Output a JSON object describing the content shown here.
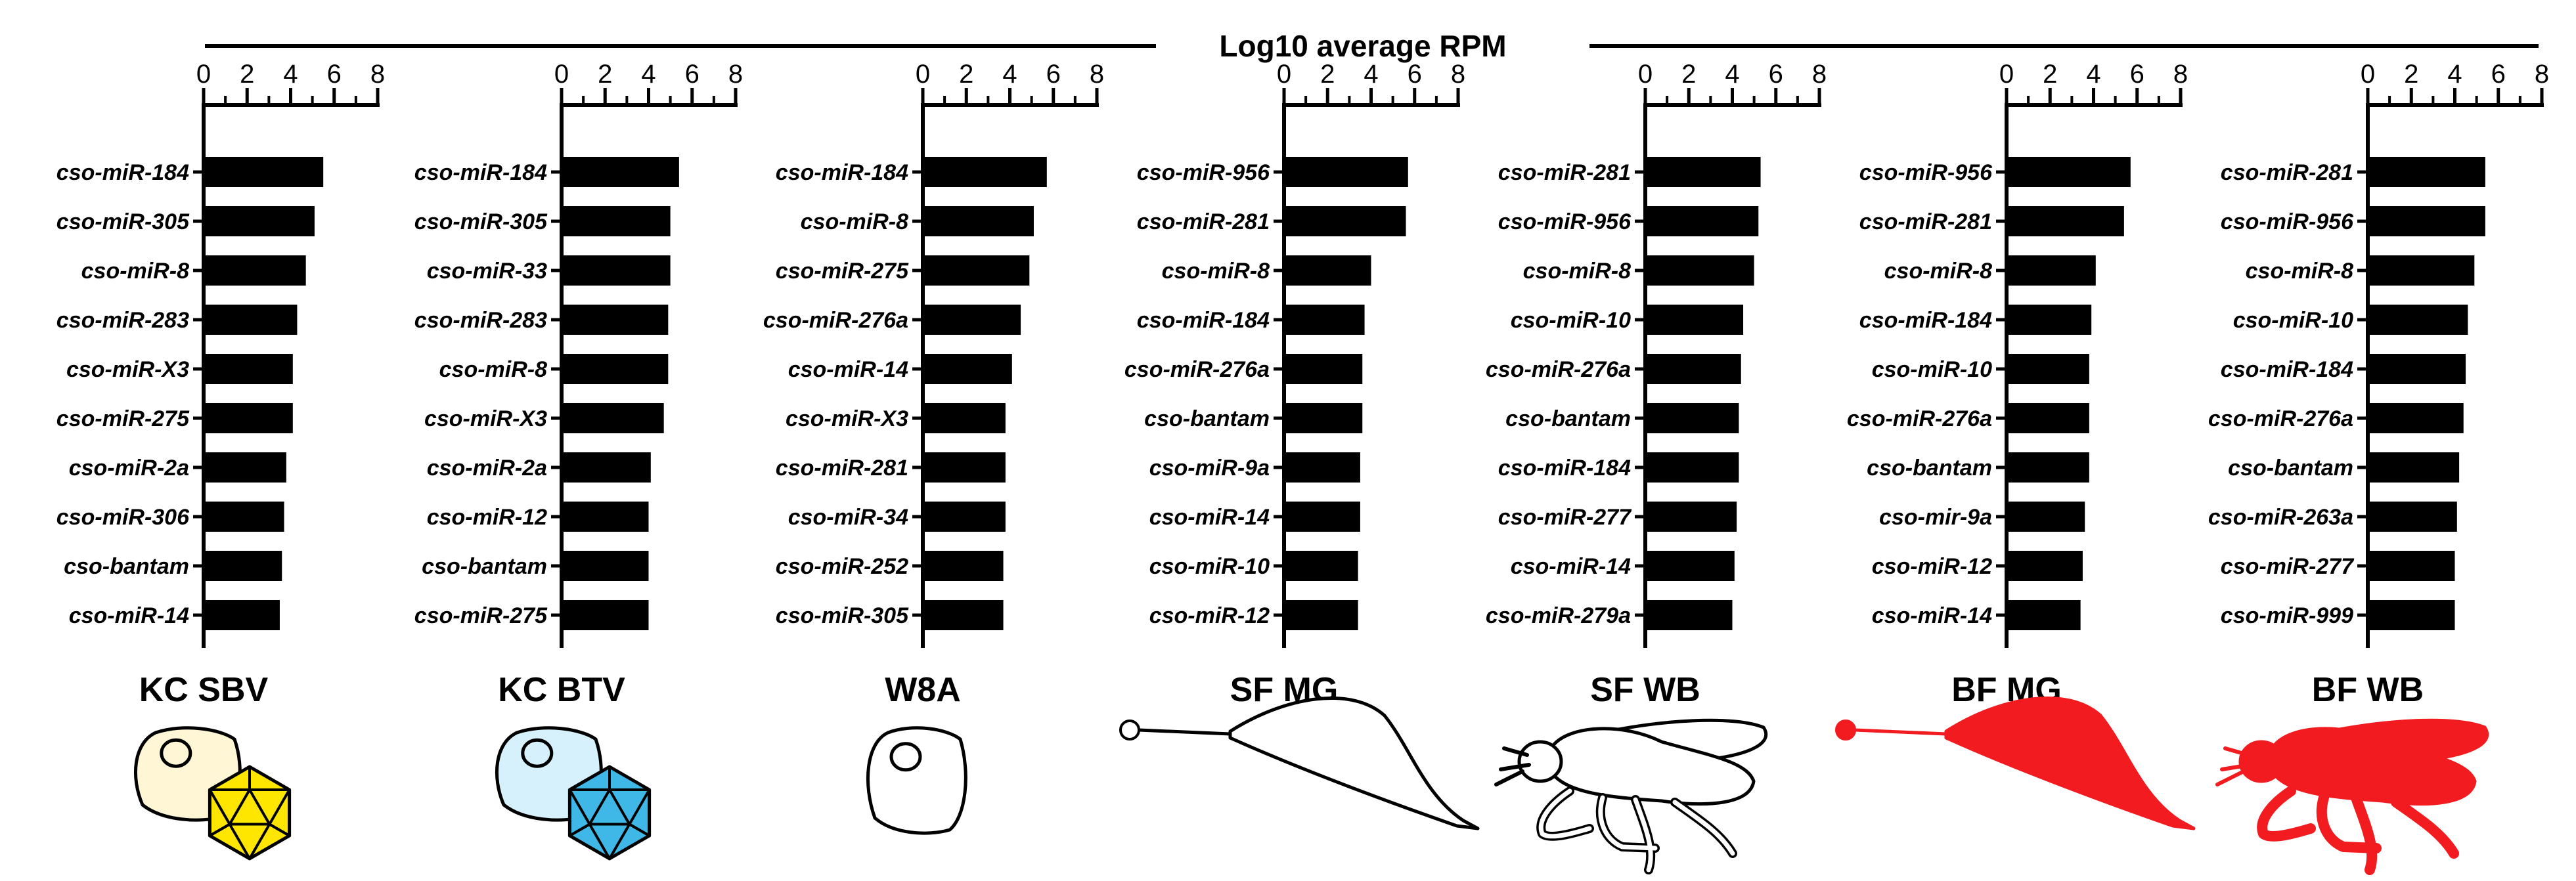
{
  "header": {
    "title": "Log10 average RPM"
  },
  "colors": {
    "bar": "#000000",
    "cell_pale_yellow": "#fff6d6",
    "cell_pale_blue": "#d6f1fb",
    "virus_yellow": "#ffe600",
    "virus_blue": "#3fb8e8",
    "fly_red": "#f21b20"
  },
  "icons": [
    "cell-virus-yellow-icon",
    "cell-virus-blue-icon",
    "cell-icon",
    "midgut-outline-icon",
    "fly-outline-icon",
    "midgut-red-icon",
    "fly-red-icon"
  ],
  "chart_data": [
    {
      "type": "bar",
      "orientation": "horizontal",
      "title": "KC SBV",
      "xlim": [
        0,
        8
      ],
      "xticks": [
        0,
        2,
        4,
        6,
        8
      ],
      "categories": [
        "cso-miR-184",
        "cso-miR-305",
        "cso-miR-8",
        "cso-miR-283",
        "cso-miR-X3",
        "cso-miR-275",
        "cso-miR-2a",
        "cso-miR-306",
        "cso-bantam",
        "cso-miR-14"
      ],
      "values": [
        5.5,
        5.1,
        4.7,
        4.3,
        4.1,
        4.1,
        3.8,
        3.7,
        3.6,
        3.5
      ]
    },
    {
      "type": "bar",
      "orientation": "horizontal",
      "title": "KC BTV",
      "xlim": [
        0,
        8
      ],
      "xticks": [
        0,
        2,
        4,
        6,
        8
      ],
      "categories": [
        "cso-miR-184",
        "cso-miR-305",
        "cso-miR-33",
        "cso-miR-283",
        "cso-miR-8",
        "cso-miR-X3",
        "cso-miR-2a",
        "cso-miR-12",
        "cso-bantam",
        "cso-miR-275"
      ],
      "values": [
        5.4,
        5.0,
        5.0,
        4.9,
        4.9,
        4.7,
        4.1,
        4.0,
        4.0,
        4.0
      ]
    },
    {
      "type": "bar",
      "orientation": "horizontal",
      "title": "W8A",
      "xlim": [
        0,
        8
      ],
      "xticks": [
        0,
        2,
        4,
        6,
        8
      ],
      "categories": [
        "cso-miR-184",
        "cso-miR-8",
        "cso-miR-275",
        "cso-miR-276a",
        "cso-miR-14",
        "cso-miR-X3",
        "cso-miR-281",
        "cso-miR-34",
        "cso-miR-252",
        "cso-miR-305"
      ],
      "values": [
        5.7,
        5.1,
        4.9,
        4.5,
        4.1,
        3.8,
        3.8,
        3.8,
        3.7,
        3.7
      ]
    },
    {
      "type": "bar",
      "orientation": "horizontal",
      "title": "SF MG",
      "xlim": [
        0,
        8
      ],
      "xticks": [
        0,
        2,
        4,
        6,
        8
      ],
      "categories": [
        "cso-miR-956",
        "cso-miR-281",
        "cso-miR-8",
        "cso-miR-184",
        "cso-miR-276a",
        "cso-bantam",
        "cso-miR-9a",
        "cso-miR-14",
        "cso-miR-10",
        "cso-miR-12"
      ],
      "values": [
        5.7,
        5.6,
        4.0,
        3.7,
        3.6,
        3.6,
        3.5,
        3.5,
        3.4,
        3.4
      ]
    },
    {
      "type": "bar",
      "orientation": "horizontal",
      "title": "SF WB",
      "xlim": [
        0,
        8
      ],
      "xticks": [
        0,
        2,
        4,
        6,
        8
      ],
      "categories": [
        "cso-miR-281",
        "cso-miR-956",
        "cso-miR-8",
        "cso-miR-10",
        "cso-miR-276a",
        "cso-bantam",
        "cso-miR-184",
        "cso-miR-277",
        "cso-miR-14",
        "cso-miR-279a"
      ],
      "values": [
        5.3,
        5.2,
        5.0,
        4.5,
        4.4,
        4.3,
        4.3,
        4.2,
        4.1,
        4.0
      ]
    },
    {
      "type": "bar",
      "orientation": "horizontal",
      "title": "BF MG",
      "xlim": [
        0,
        8
      ],
      "xticks": [
        0,
        2,
        4,
        6,
        8
      ],
      "categories": [
        "cso-miR-956",
        "cso-miR-281",
        "cso-miR-8",
        "cso-miR-184",
        "cso-miR-10",
        "cso-miR-276a",
        "cso-bantam",
        "cso-mir-9a",
        "cso-miR-12",
        "cso-miR-14"
      ],
      "values": [
        5.7,
        5.4,
        4.1,
        3.9,
        3.8,
        3.8,
        3.8,
        3.6,
        3.5,
        3.4
      ]
    },
    {
      "type": "bar",
      "orientation": "horizontal",
      "title": "BF WB",
      "xlim": [
        0,
        8
      ],
      "xticks": [
        0,
        2,
        4,
        6,
        8
      ],
      "categories": [
        "cso-miR-281",
        "cso-miR-956",
        "cso-miR-8",
        "cso-miR-10",
        "cso-miR-184",
        "cso-miR-276a",
        "cso-bantam",
        "cso-miR-263a",
        "cso-miR-277",
        "cso-miR-999"
      ],
      "values": [
        5.4,
        5.4,
        4.9,
        4.6,
        4.5,
        4.4,
        4.2,
        4.1,
        4.0,
        4.0
      ]
    }
  ]
}
